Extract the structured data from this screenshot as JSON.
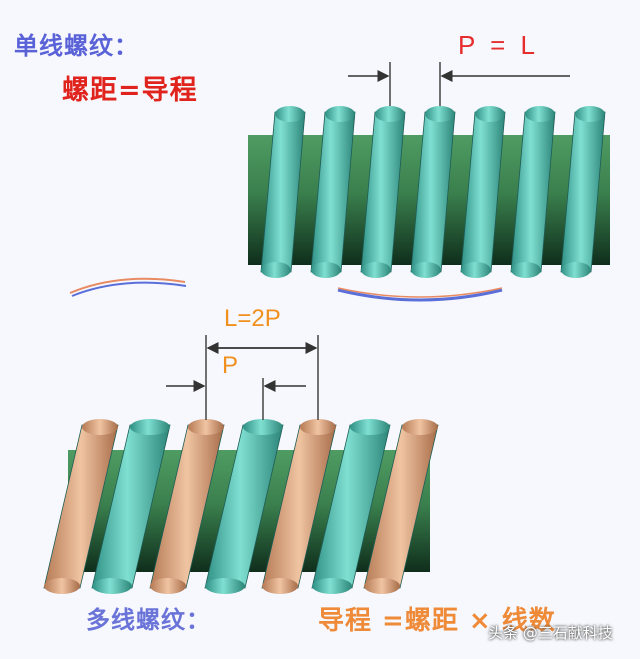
{
  "single": {
    "title": "单线螺纹：",
    "formula": "螺距=导程",
    "dimension_label": "P = L"
  },
  "multi": {
    "title": "多线螺纹：",
    "formula": "导程 =螺距 × 线数",
    "lead_label": "L=2P",
    "pitch_label": "P"
  },
  "watermark": "头条 @三石献科技",
  "colors": {
    "single_title": "#5a62d8",
    "single_formula": "#e0231c",
    "dimension_red": "#e52d2d",
    "dimension_orange": "#f0901e",
    "core_green": "#3f8a54",
    "thread_cyan": "#52c7b6",
    "thread_tan": "#e3b08d"
  },
  "icons": [
    "single-start-screw-icon",
    "double-start-screw-icon"
  ]
}
